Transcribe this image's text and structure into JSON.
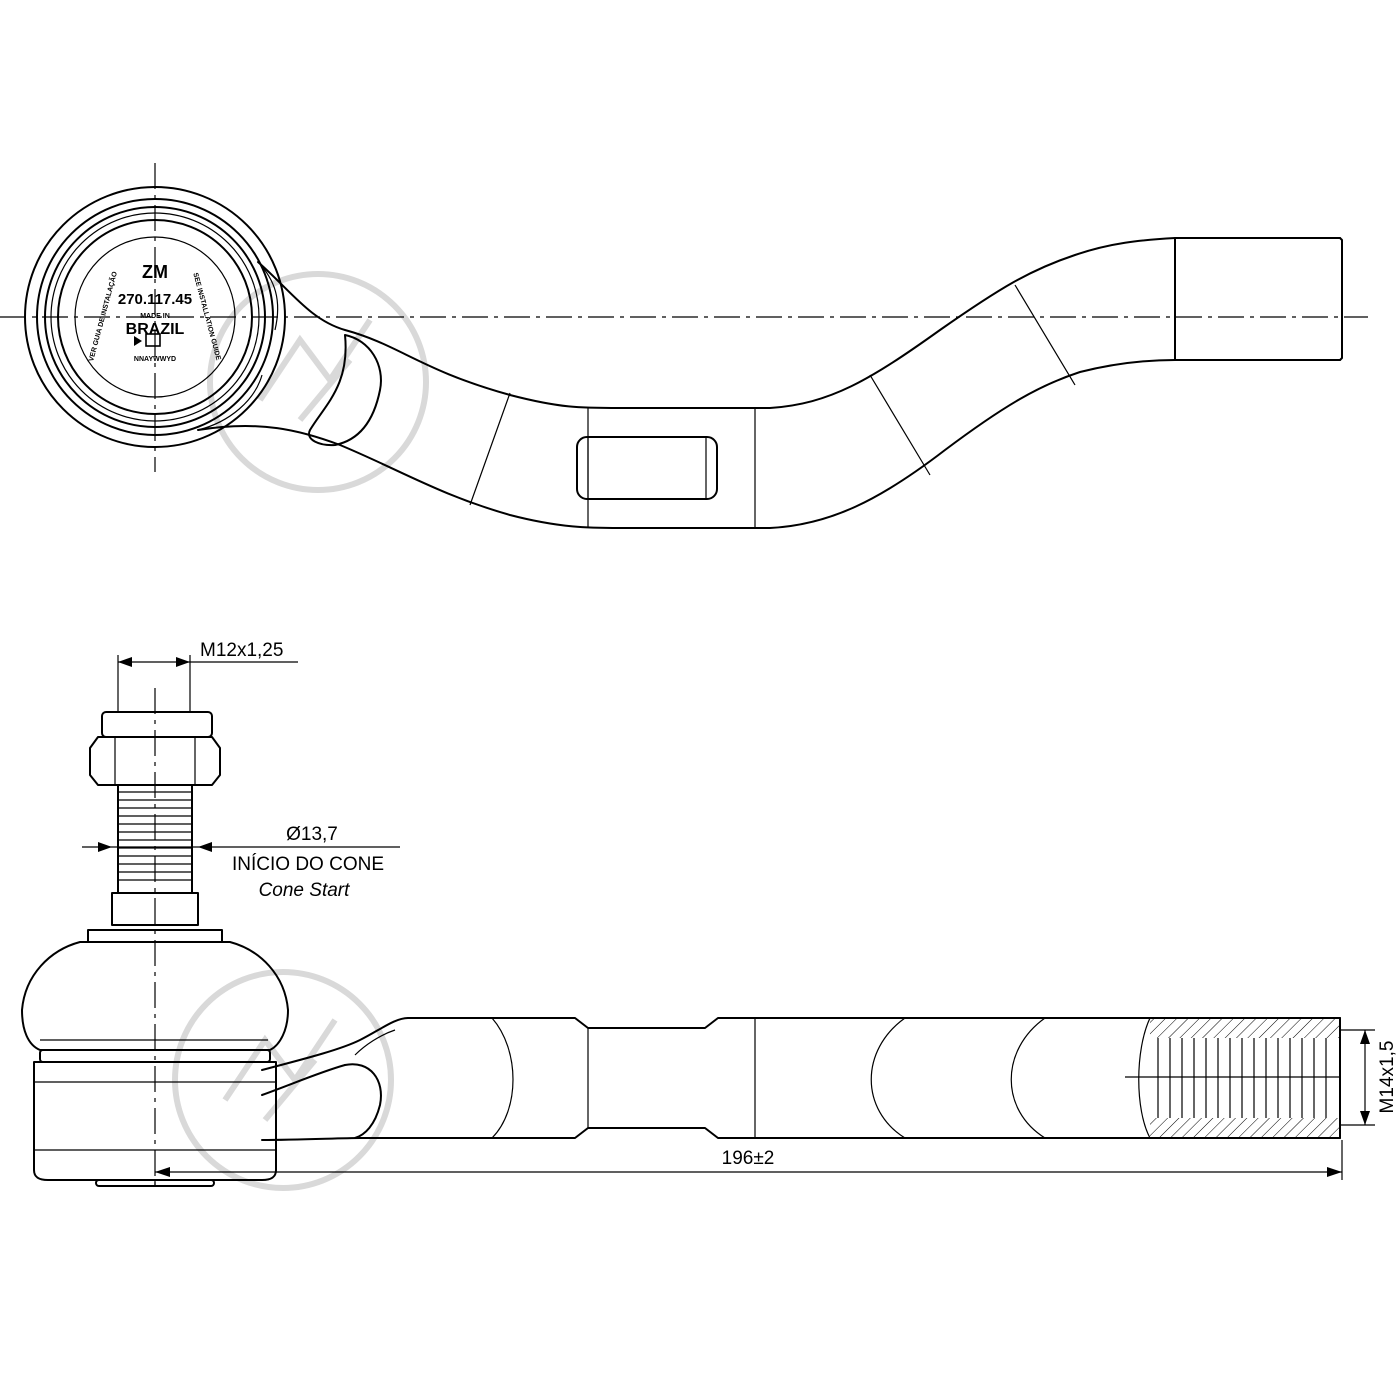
{
  "stamp": {
    "brand": "ZM",
    "part_number": "270.117.45",
    "made_in": "MADE IN",
    "country": "BRAZIL",
    "date_code": "NNAYWWYD",
    "ring_text_left": "VER GUIA DE INSTALAÇÃO",
    "ring_text_right": "SEE INSTALLATION GUIDE"
  },
  "dimensions": {
    "stud_thread": "M12x1,25",
    "cone_diameter": "Ø13,7",
    "cone_start_pt": "INÍCIO DO CONE",
    "cone_start_en": "Cone Start",
    "rod_thread": "M14x1,5",
    "overall_length": "196±2"
  },
  "icons": {
    "watermark": "zm-logo-watermark-icon"
  }
}
